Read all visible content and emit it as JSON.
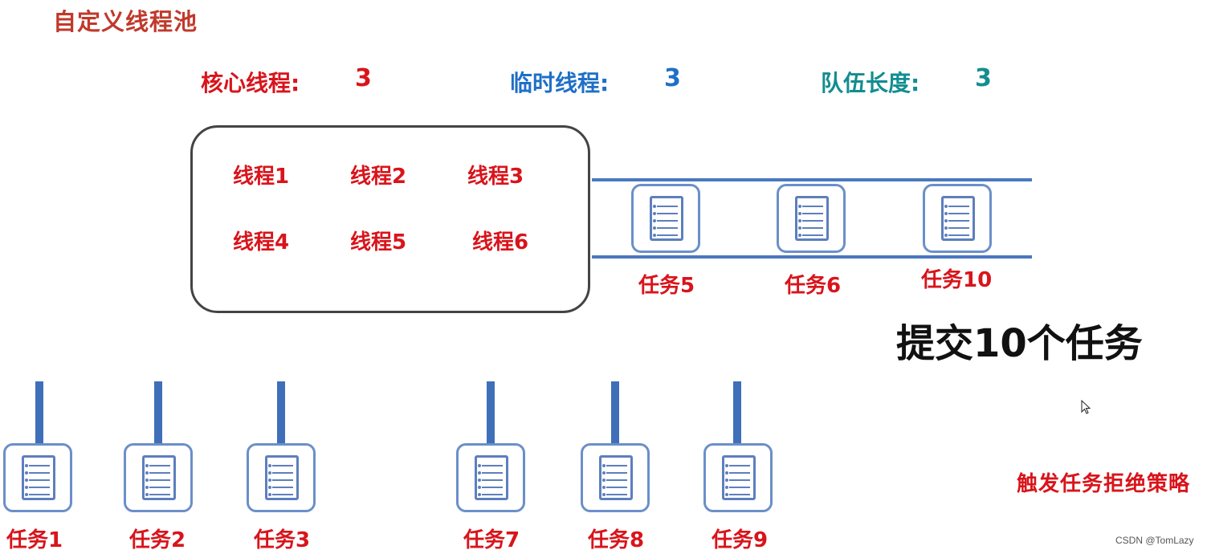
{
  "title": "自定义线程池",
  "params": {
    "core_label": "核心线程:",
    "core_value": "3",
    "temp_label": "临时线程:",
    "temp_value": "3",
    "queue_label": "队伍长度:",
    "queue_value": "3"
  },
  "threads": [
    "线程1",
    "线程2",
    "线程3",
    "线程4",
    "线程5",
    "线程6"
  ],
  "queue_tasks": [
    "任务5",
    "任务6",
    "任务10"
  ],
  "bottom_tasks": [
    "任务1",
    "任务2",
    "任务3",
    "任务7",
    "任务8",
    "任务9"
  ],
  "submit_text": "提交10个任务",
  "reject_text": "触发任务拒绝策略",
  "watermark": "CSDN @TomLazy",
  "colors": {
    "title": "#c0392b",
    "core": "#d9141b",
    "temp": "#1f6fc6",
    "queue": "#138d90",
    "task_border": "#6b8fc9",
    "rail": "#4a78c0"
  }
}
